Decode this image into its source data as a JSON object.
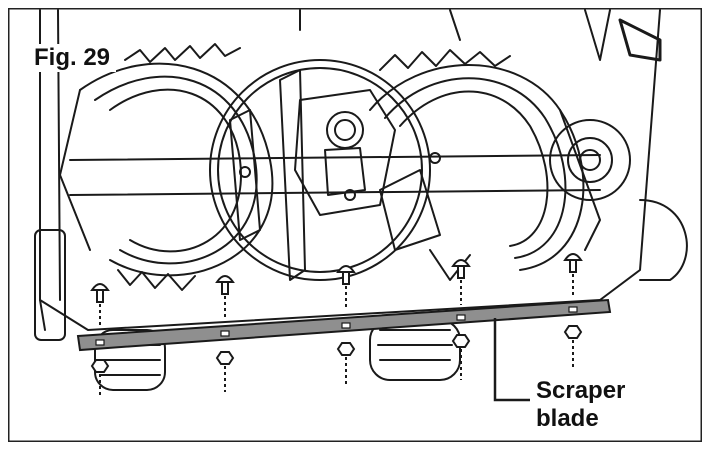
{
  "figure": {
    "label": "Fig. 29"
  },
  "callout": {
    "line1": "Scraper",
    "line2": "blade"
  },
  "colors": {
    "line": "#1a1a1a",
    "blade": "#8f8f8f",
    "background": "#ffffff"
  }
}
